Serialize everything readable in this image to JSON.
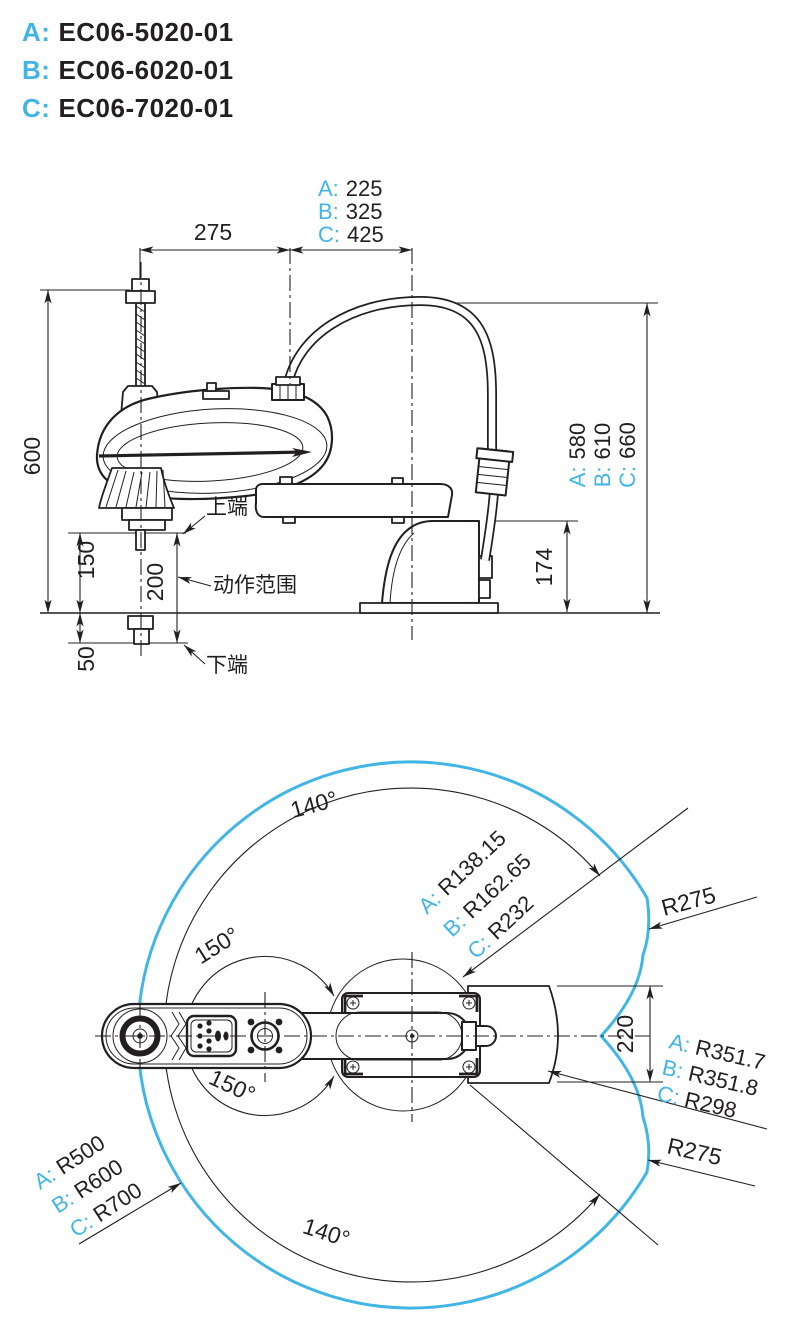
{
  "colors": {
    "accent": "#41B6E6",
    "ink": "#231F20"
  },
  "header": {
    "models": [
      {
        "prefix": "A:",
        "code": "EC06-5020-01"
      },
      {
        "prefix": "B:",
        "code": "EC06-6020-01"
      },
      {
        "prefix": "C:",
        "code": "EC06-7020-01"
      }
    ]
  },
  "side_view": {
    "dim_275": "275",
    "dim_overhang": [
      {
        "prefix": "A:",
        "value": "225"
      },
      {
        "prefix": "B:",
        "value": "325"
      },
      {
        "prefix": "C:",
        "value": "425"
      }
    ],
    "dim_600": "600",
    "dim_150": "150",
    "dim_200": "200",
    "dim_50": "50",
    "dim_174": "174",
    "dim_height": [
      {
        "prefix": "A:",
        "value": "580"
      },
      {
        "prefix": "B:",
        "value": "610"
      },
      {
        "prefix": "C:",
        "value": "660"
      }
    ],
    "label_upper_end": "上端",
    "label_motion_range": "动作范围",
    "label_lower_end": "下端"
  },
  "top_view": {
    "angle_j1_upper": "140°",
    "angle_j1_lower": "140°",
    "angle_j2_upper": "150°",
    "angle_j2_lower": "150°",
    "radius_min": [
      {
        "prefix": "A:",
        "value": "R138.15"
      },
      {
        "prefix": "B:",
        "value": "R162.65"
      },
      {
        "prefix": "C:",
        "value": "R232"
      }
    ],
    "radius_max": [
      {
        "prefix": "A:",
        "value": "R500"
      },
      {
        "prefix": "B:",
        "value": "R600"
      },
      {
        "prefix": "C:",
        "value": "R700"
      }
    ],
    "radius_side": [
      {
        "prefix": "A:",
        "value": "R351.7"
      },
      {
        "prefix": "B:",
        "value": "R351.8"
      },
      {
        "prefix": "C:",
        "value": "R298"
      }
    ],
    "radius_arm2_upper": "R275",
    "radius_arm2_lower": "R275",
    "dim_220": "220"
  }
}
